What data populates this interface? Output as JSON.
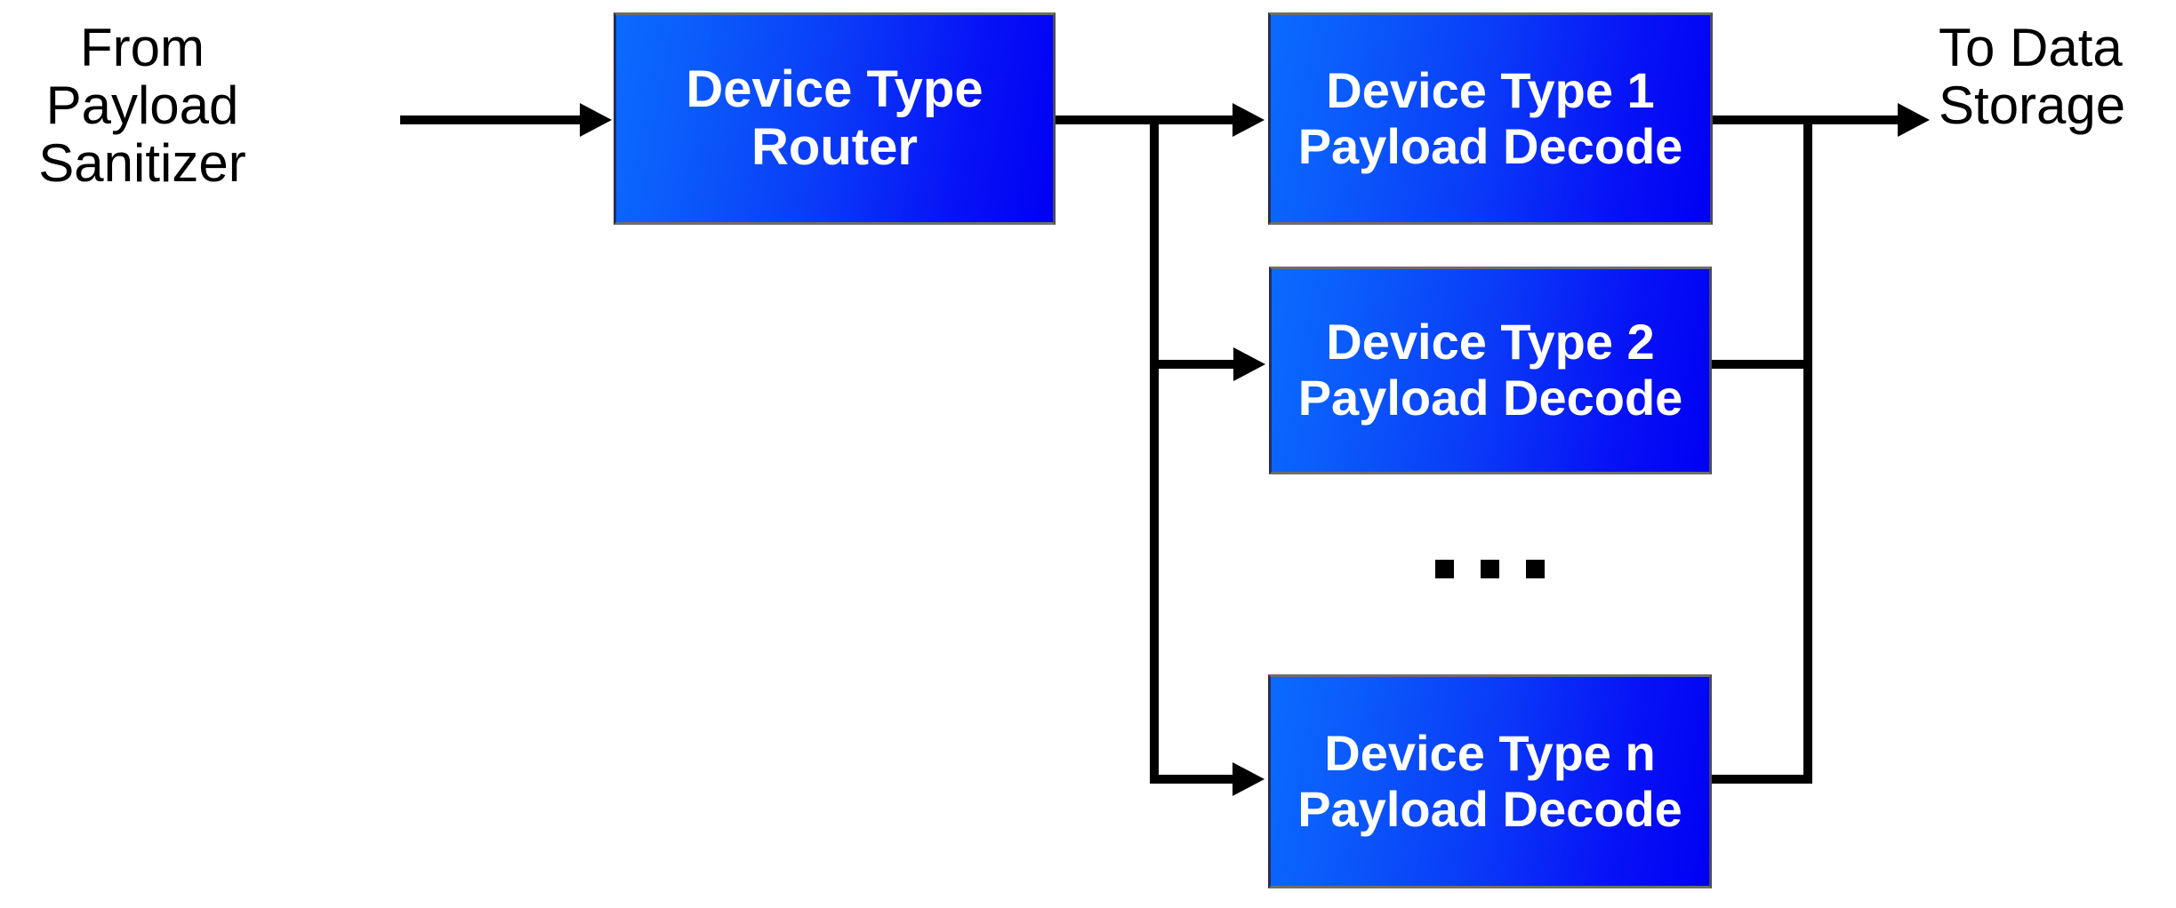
{
  "diagram": {
    "title": "Device Type Router Payload Decode Flow",
    "background_color": "#ffffff",
    "box_gradient_from": "#0a6bff",
    "box_gradient_to": "#0000f4",
    "box_text_color": "#ffffff",
    "connector_color": "#000000",
    "label_text_color": "#000000",
    "external_labels": [
      {
        "id": "from-payload-sanitizer",
        "text": "From Payload\nSanitizer"
      },
      {
        "id": "to-data-storage",
        "text": "To Data\nStorage"
      }
    ],
    "nodes": [
      {
        "id": "device-type-router",
        "text": "Device Type\nRouter"
      },
      {
        "id": "device-type-1-payload-decode",
        "text": "Device Type 1\nPayload Decode"
      },
      {
        "id": "device-type-2-payload-decode",
        "text": "Device Type 2\nPayload Decode"
      },
      {
        "id": "device-type-n-payload-decode",
        "text": "Device Type n\nPayload Decode"
      }
    ],
    "ellipsis": {
      "id": "vertical-ellipsis",
      "dot_count": 3,
      "meaning": "additional device types"
    },
    "edges": [
      {
        "id": "edge-in",
        "from": "from-payload-sanitizer",
        "to": "device-type-router"
      },
      {
        "id": "edge-router-1",
        "from": "device-type-router",
        "to": "device-type-1-payload-decode"
      },
      {
        "id": "edge-router-2",
        "from": "device-type-router",
        "to": "device-type-2-payload-decode"
      },
      {
        "id": "edge-router-n",
        "from": "device-type-router",
        "to": "device-type-n-payload-decode"
      },
      {
        "id": "edge-1-out",
        "from": "device-type-1-payload-decode",
        "to": "to-data-storage"
      },
      {
        "id": "edge-2-out",
        "from": "device-type-2-payload-decode",
        "to": "to-data-storage"
      },
      {
        "id": "edge-n-out",
        "from": "device-type-n-payload-decode",
        "to": "to-data-storage"
      }
    ]
  }
}
